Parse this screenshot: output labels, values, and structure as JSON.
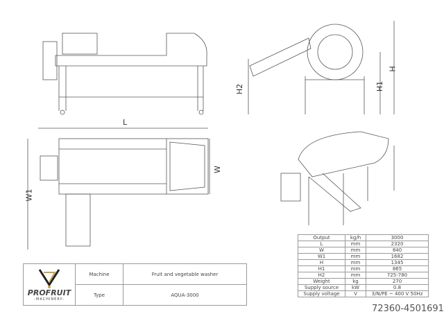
{
  "dimensions": {
    "L": "L",
    "W": "W",
    "W1": "W1",
    "H": "H",
    "H1": "H1",
    "H2": "H2"
  },
  "specs": {
    "rows": [
      {
        "param": "Output",
        "unit": "kg/h",
        "value": "3000"
      },
      {
        "param": "L",
        "unit": "mm",
        "value": "2320"
      },
      {
        "param": "W",
        "unit": "mm",
        "value": "840"
      },
      {
        "param": "W1",
        "unit": "mm",
        "value": "1682"
      },
      {
        "param": "H",
        "unit": "mm",
        "value": "1345"
      },
      {
        "param": "H1",
        "unit": "mm",
        "value": "865"
      },
      {
        "param": "H2",
        "unit": "mm",
        "value": "725-780"
      },
      {
        "param": "Weight",
        "unit": "kg",
        "value": "270"
      },
      {
        "param": "Supply  source",
        "unit": "kW",
        "value": "0.8"
      },
      {
        "param": "Supply voltage",
        "unit": "V",
        "value": "3/N/PE ~ 400 V 50Hz"
      }
    ]
  },
  "title_block": {
    "logo_main": "PROFRUIT",
    "logo_sub": "-MACHINERY-",
    "machine_label": "Machine",
    "machine_value": "Fruit and vegetable washer",
    "type_label": "Type",
    "type_value": "AQUA-3000"
  },
  "ref_id": "72360-4501691",
  "colors": {
    "line": "#555555",
    "gold": "#c9a24a"
  }
}
